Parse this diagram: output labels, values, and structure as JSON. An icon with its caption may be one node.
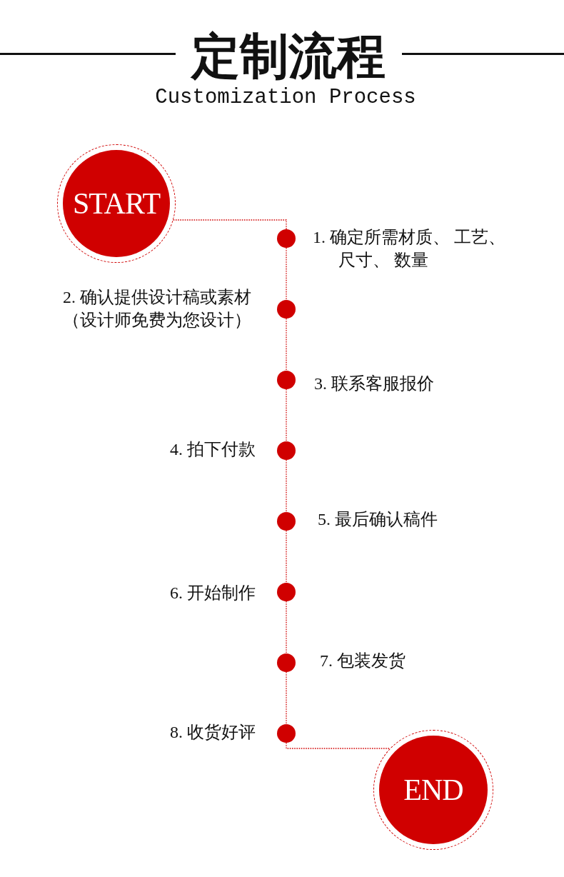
{
  "diagram": {
    "title": "定制流程",
    "nodes": [
      {
        "text": [
          "START"
        ]
      },
      {
        "text": [],
        "shape": "circle",
        "beside": [
          "1. 确定所需材质、 工艺、尺寸、 数量"
        ]
      },
      {
        "text": [],
        "shape": "circle",
        "beside": [
          "2. 确认提供设计稿或素材（设计师免费为您设计）"
        ]
      },
      {
        "text": [],
        "shape": "circle",
        "beside": [
          "3. 联系客服报价"
        ]
      },
      {
        "text": [],
        "shape": "circle",
        "beside": [
          "4. 拍下付款"
        ]
      },
      {
        "text": [],
        "shape": "circle",
        "beside": [
          "5. 最后确认稿件"
        ]
      },
      {
        "text": [],
        "shape": "circle",
        "beside": [
          "6. 开始制作"
        ]
      },
      {
        "text": [],
        "shape": "circle",
        "beside": [
          "7. 包装发货"
        ]
      },
      {
        "text": [],
        "shape": "circle",
        "beside": [
          "8. 收货好评"
        ]
      },
      {
        "text": [
          "END"
        ]
      }
    ],
    "edges": [
      {
        "from": 0,
        "to": 1,
        "arrow": "none",
        "style": "dashed"
      },
      {
        "from": 1,
        "to": 2,
        "arrow": "none",
        "style": "dashed"
      },
      {
        "from": 2,
        "to": 3,
        "arrow": "none",
        "style": "dashed"
      },
      {
        "from": 3,
        "to": 4,
        "arrow": "none",
        "style": "dashed"
      },
      {
        "from": 4,
        "to": 5,
        "arrow": "none",
        "style": "dashed"
      },
      {
        "from": 5,
        "to": 6,
        "arrow": "none",
        "style": "dashed"
      },
      {
        "from": 6,
        "to": 7,
        "arrow": "none",
        "style": "dashed"
      },
      {
        "from": 7,
        "to": 8,
        "arrow": "none",
        "style": "dashed"
      },
      {
        "from": 8,
        "to": 9,
        "arrow": "none",
        "style": "dashed"
      }
    ],
    "labels": [
      "Customization Process"
    ]
  }
}
